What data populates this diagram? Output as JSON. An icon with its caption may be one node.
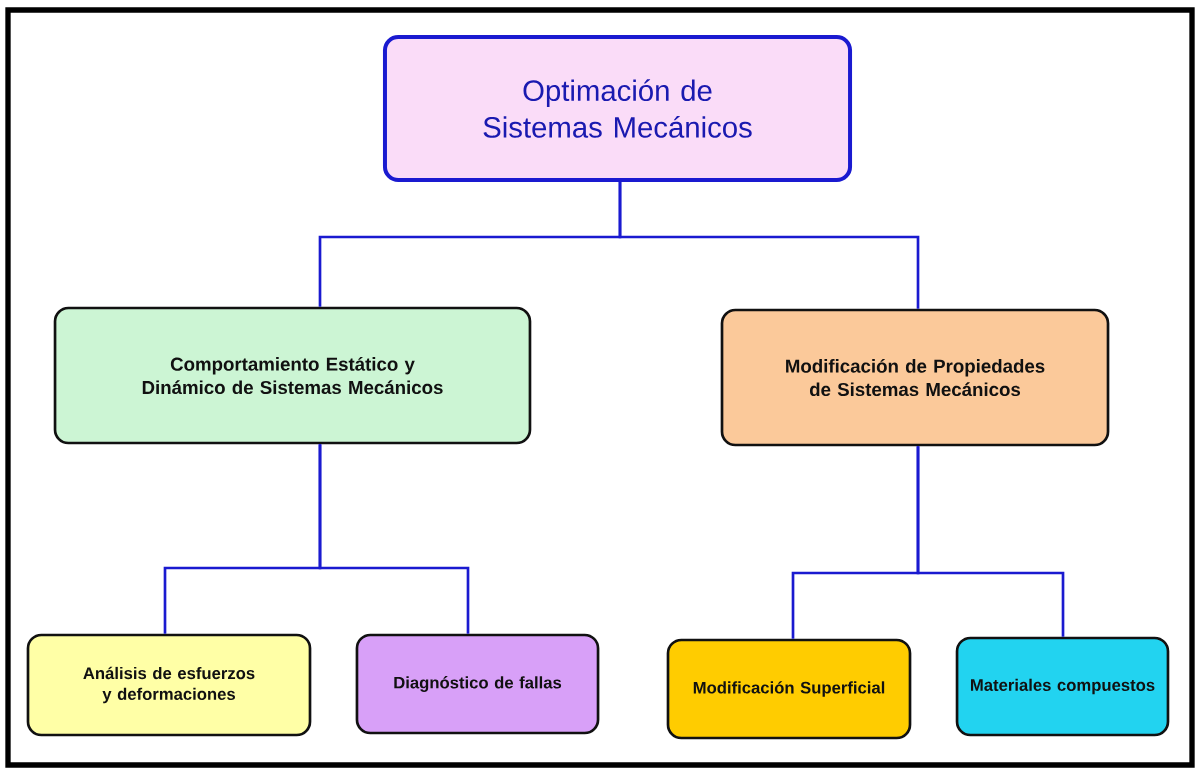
{
  "diagram": {
    "nodes": [
      {
        "text": [
          "Optimación de Sistemas Mecánicos"
        ]
      },
      {
        "text": [
          "Comportamiento  Estático y Dinámico de Sistemas Mecánicos"
        ]
      },
      {
        "text": [
          "Modificación de Propiedades de Sistemas Mecánicos"
        ]
      },
      {
        "text": [
          "Análisis de esfuerzos y deformaciones"
        ]
      },
      {
        "text": [
          "Diagnóstico de fallas"
        ]
      },
      {
        "text": [
          "Modificación Superficial"
        ]
      },
      {
        "text": [
          "Materiales compuestos"
        ]
      }
    ],
    "edges": [
      {
        "from": 0,
        "to": 1,
        "arrow": "none"
      },
      {
        "from": 0,
        "to": 2,
        "arrow": "none"
      },
      {
        "from": 1,
        "to": 3,
        "arrow": "none"
      },
      {
        "from": 1,
        "to": 4,
        "arrow": "none"
      },
      {
        "from": 2,
        "to": 5,
        "arrow": "none"
      },
      {
        "from": 2,
        "to": 6,
        "arrow": "none"
      }
    ]
  }
}
